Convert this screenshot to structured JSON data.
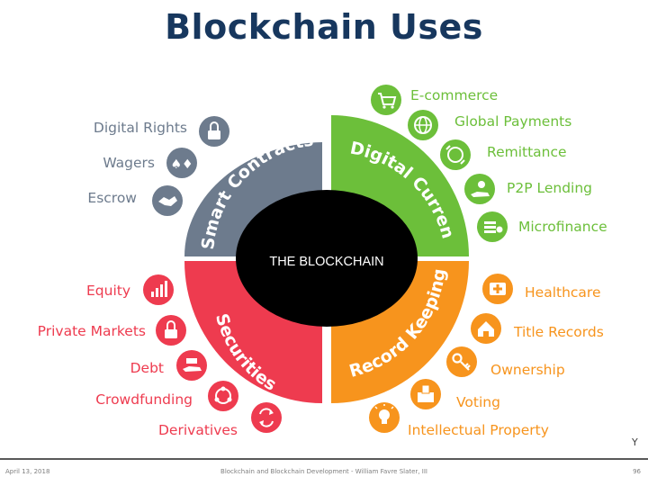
{
  "title": "Blockchain Uses",
  "center_label": "THE BLOCKCHAIN",
  "colors": {
    "title": "#17375e",
    "smart_contracts": "#6d7b8d",
    "digital_currency": "#6cbf3a",
    "securities": "#ee3b4f",
    "record_keeping": "#f7941d",
    "center": "#000000"
  },
  "segments": {
    "smart_contracts": "Smart Contracts",
    "digital_currency": "Digital Currency",
    "securities": "Securities",
    "record_keeping": "Record Keeping"
  },
  "groups": {
    "smart_contracts": [
      {
        "label": "Digital Rights",
        "icon": "lock-icon"
      },
      {
        "label": "Wagers",
        "icon": "playing-cards-icon"
      },
      {
        "label": "Escrow",
        "icon": "handshake-icon"
      }
    ],
    "digital_currency": [
      {
        "label": "E-commerce",
        "icon": "shopping-cart-icon"
      },
      {
        "label": "Global Payments",
        "icon": "globe-icon"
      },
      {
        "label": "Remittance",
        "icon": "globe-transfer-icon"
      },
      {
        "label": "P2P Lending",
        "icon": "hand-coin-icon"
      },
      {
        "label": "Microfinance",
        "icon": "coins-icon"
      }
    ],
    "securities": [
      {
        "label": "Equity",
        "icon": "bar-chart-icon"
      },
      {
        "label": "Private Markets",
        "icon": "lock-icon"
      },
      {
        "label": "Debt",
        "icon": "hand-money-icon"
      },
      {
        "label": "Crowdfunding",
        "icon": "people-circle-icon"
      },
      {
        "label": "Derivatives",
        "icon": "exchange-arrows-icon"
      }
    ],
    "record_keeping": [
      {
        "label": "Healthcare",
        "icon": "medical-folder-icon"
      },
      {
        "label": "Title Records",
        "icon": "house-car-icon"
      },
      {
        "label": "Ownership",
        "icon": "key-icon"
      },
      {
        "label": "Voting",
        "icon": "ballot-box-icon"
      },
      {
        "label": "Intellectual Property",
        "icon": "lightbulb-icon"
      }
    ]
  },
  "footer": {
    "date": "April 13, 2018",
    "source": "Blockchain and Blockchain Development - William Favre Slater, III",
    "page": "96"
  },
  "stray_mark": "Y"
}
